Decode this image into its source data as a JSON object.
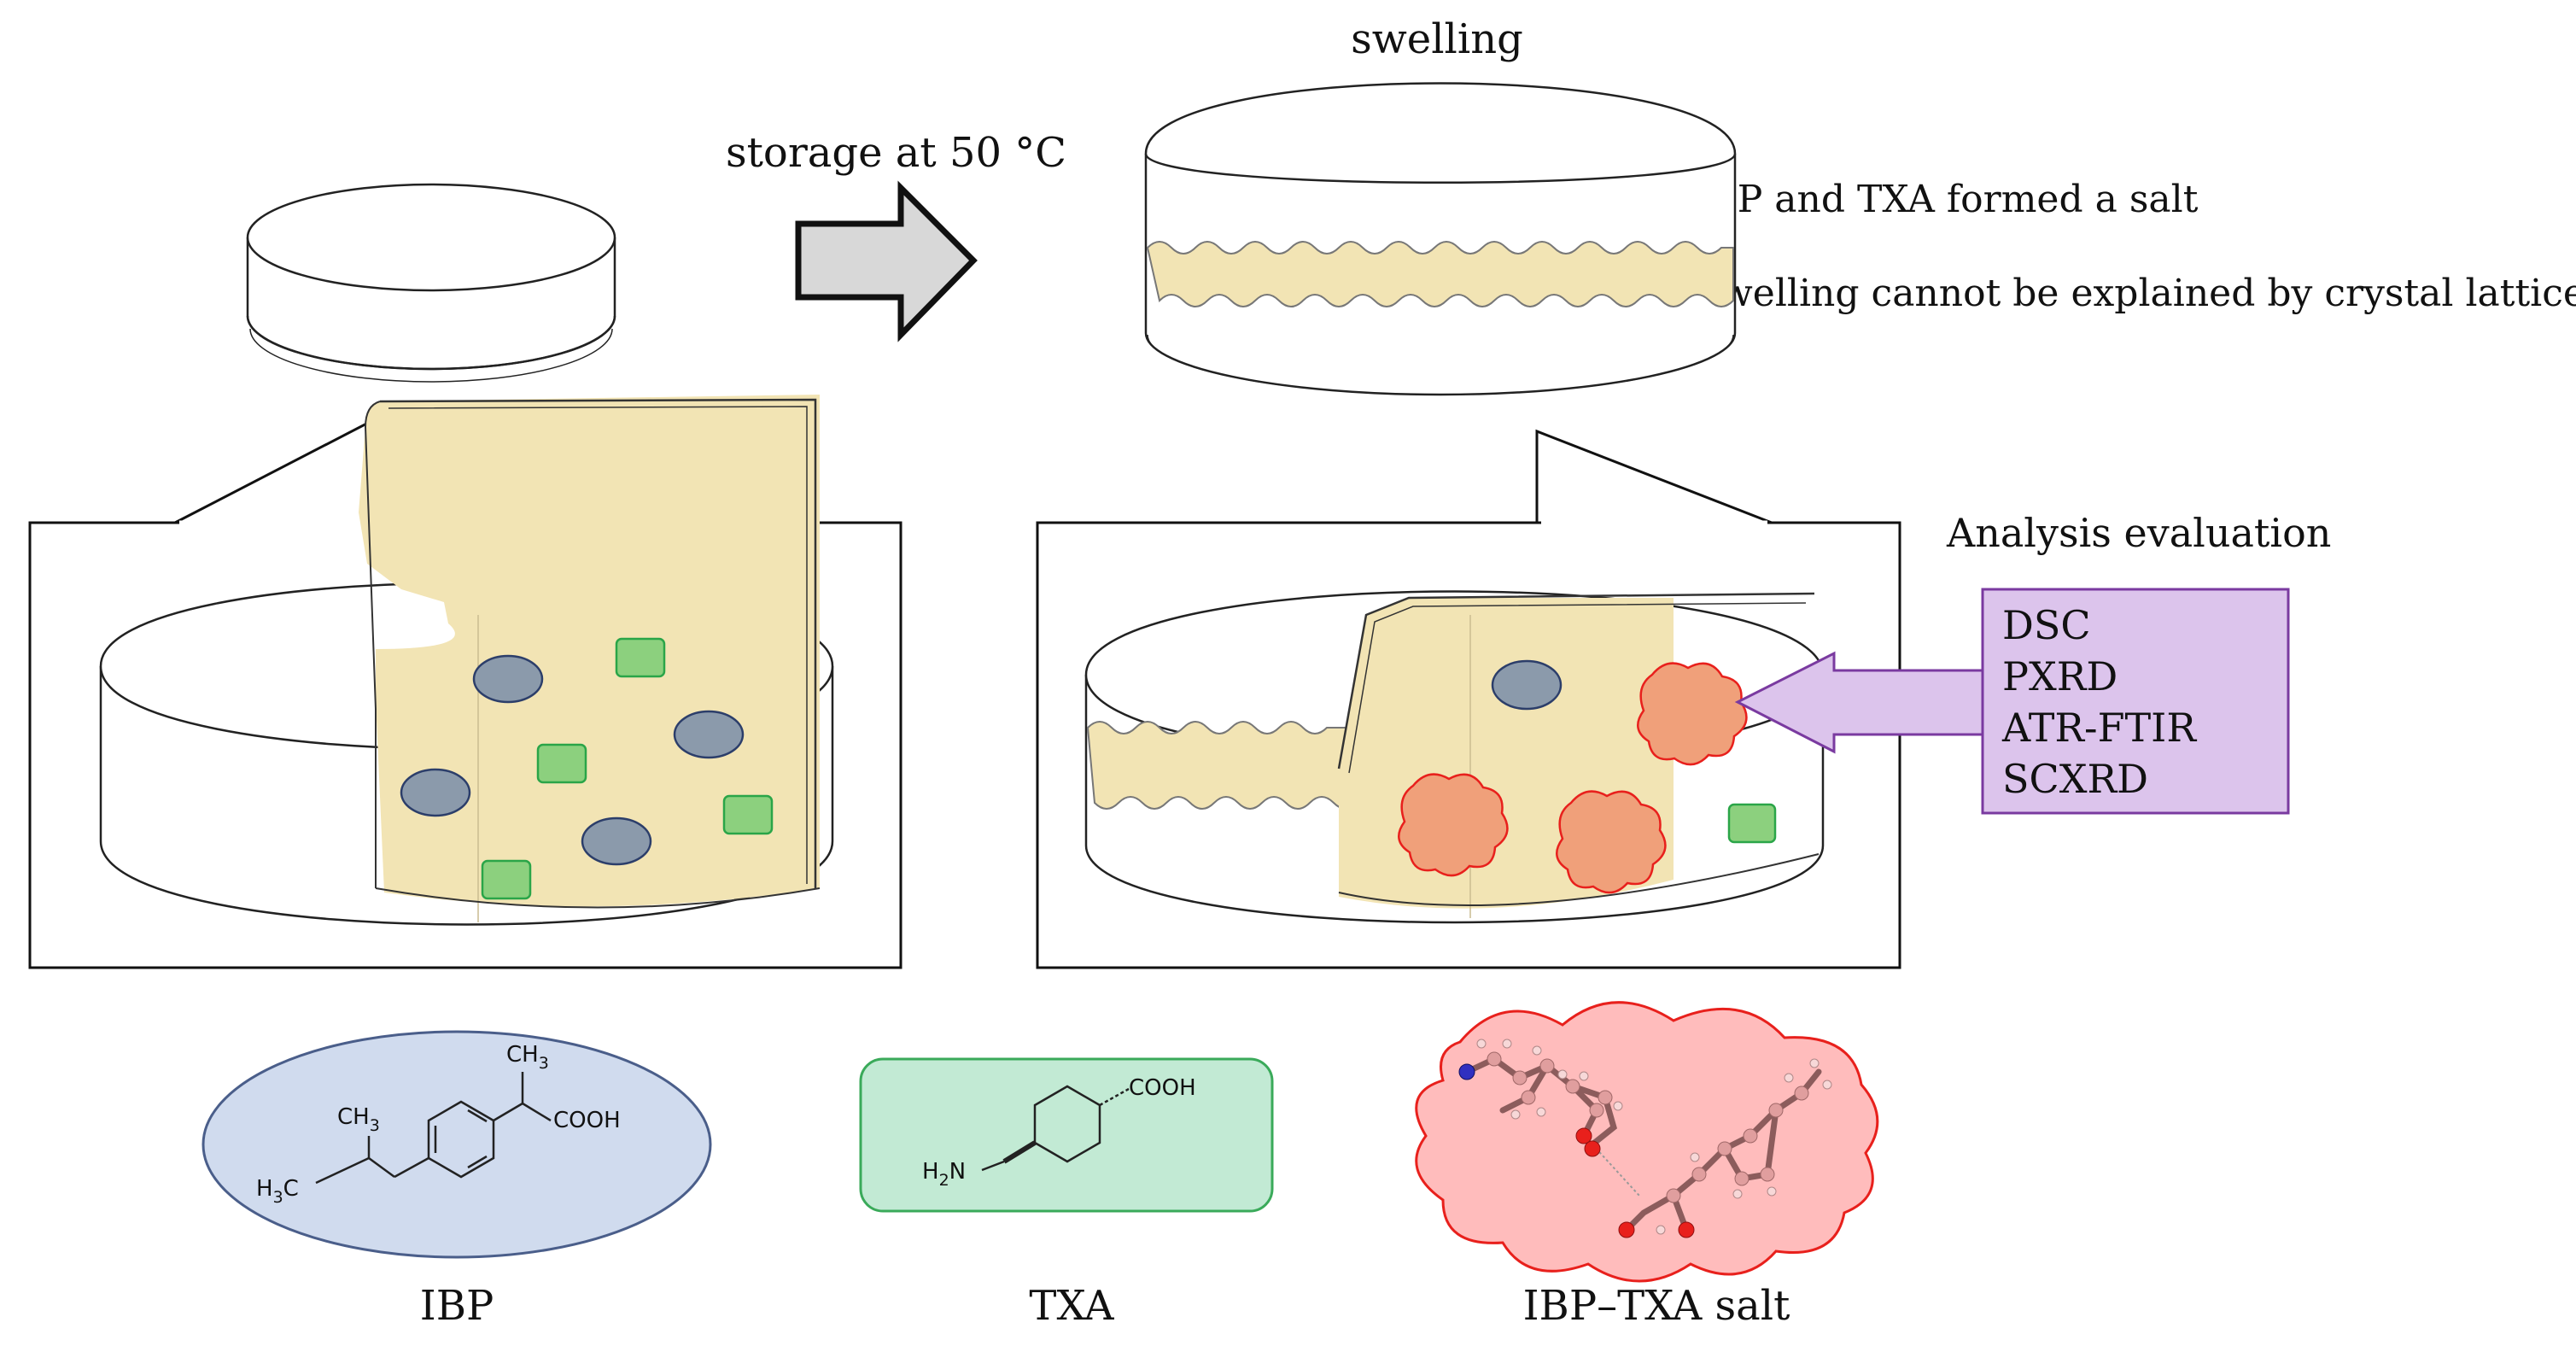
{
  "labels": {
    "swelling": "swelling",
    "storage": "storage at 50 °C",
    "salt_note": "IBP and TXA formed a salt",
    "lattice_note": "Swelling cannot be explained by crystal lattice size",
    "analysis_title": "Analysis evaluation"
  },
  "analysis_methods": [
    "DSC",
    "PXRD",
    "ATR-FTIR",
    "SCXRD"
  ],
  "compounds": {
    "ibp": {
      "name": "IBP",
      "ch3_top": "CH",
      "ch3_top_sub": "3",
      "cooh": "COOH",
      "ch3_mid": "CH",
      "ch3_mid_sub": "3",
      "h3c": "H",
      "h3c_sub": "3",
      "h3c_c": "C"
    },
    "txa": {
      "name": "TXA",
      "cooh": "COOH",
      "h2n_h": "H",
      "h2n_sub": "2",
      "h2n_n": "N"
    },
    "salt": {
      "name": "IBP–TXA salt"
    }
  },
  "colors": {
    "matrix_fill": "#f2e4b4",
    "ibp_particle": "#8b9aab",
    "txa_particle": "#8cd07e",
    "salt_particle": "#f0a07a",
    "salt_outline": "#e8201c",
    "ibp_bg": "#d0dbee",
    "txa_bg": "#c2ead4",
    "salt_bg": "#ffbcbc",
    "analysis_bg": "#dcc4ec",
    "arrow_fill": "#d8d8d8"
  }
}
